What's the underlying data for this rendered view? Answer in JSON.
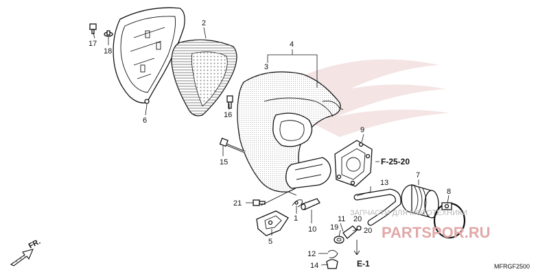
{
  "diagram": {
    "part_numbers": [
      "1",
      "2",
      "3",
      "4",
      "5",
      "6",
      "7",
      "8",
      "9",
      "10",
      "11",
      "12",
      "13",
      "14",
      "15",
      "16",
      "17",
      "18",
      "19",
      "20",
      "20",
      "21"
    ],
    "references": {
      "cross_ref": "F-25-20",
      "electrical_ref": "E-1",
      "front_indicator": "FR."
    },
    "drawing_code": "MFRGF2500",
    "watermark": {
      "text": "ЗАПЧАСТИ ДЛЯ МОТОТЕХНИКИ",
      "logo": "PARTSPOR.RU"
    },
    "colors": {
      "line": "#111111",
      "background": "#ffffff",
      "watermark_logo": "#e1a8a8",
      "watermark_text": "#bbbbbb",
      "element_fill": "#8a8a8a"
    }
  }
}
